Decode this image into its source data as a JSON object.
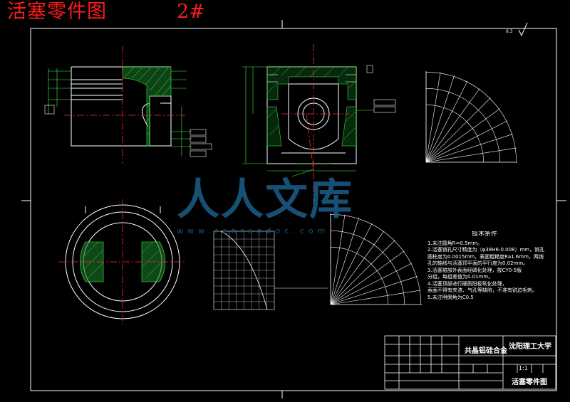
{
  "header": {
    "title": "活塞零件图",
    "sheet_no": "2#"
  },
  "watermark": {
    "brand": "人人文库",
    "url": "www.renrendoc.com"
  },
  "surface_finish": "6.3",
  "tech_requirements": {
    "heading": "技术条件",
    "lines": [
      "1.未注圆角R=0.5mm。",
      "2.活塞销孔尺寸精度为（φ38H6-0.008）mm，销孔",
      "圆柱度为0.0015mm，表面粗糙度Ra1.6mm，两销",
      "孔的轴线与活塞顶平面的平行度为0.02mm。",
      "3.活塞裙部外表面经磷化处理，按CY0-5版",
      "分组，每组差值为0.01mm。",
      "4.活塞顶部进行硬质阳极氧化处理，",
      "表面不得有夹渣、气孔等缺陷，不准有锐边毛刺。",
      "5.未注明倒角为C0.5"
    ]
  },
  "title_block": {
    "material": "共晶铝硅合金",
    "school": "沈阳理工大学",
    "drawing_name": "活塞零件图",
    "scale": "1:1"
  }
}
